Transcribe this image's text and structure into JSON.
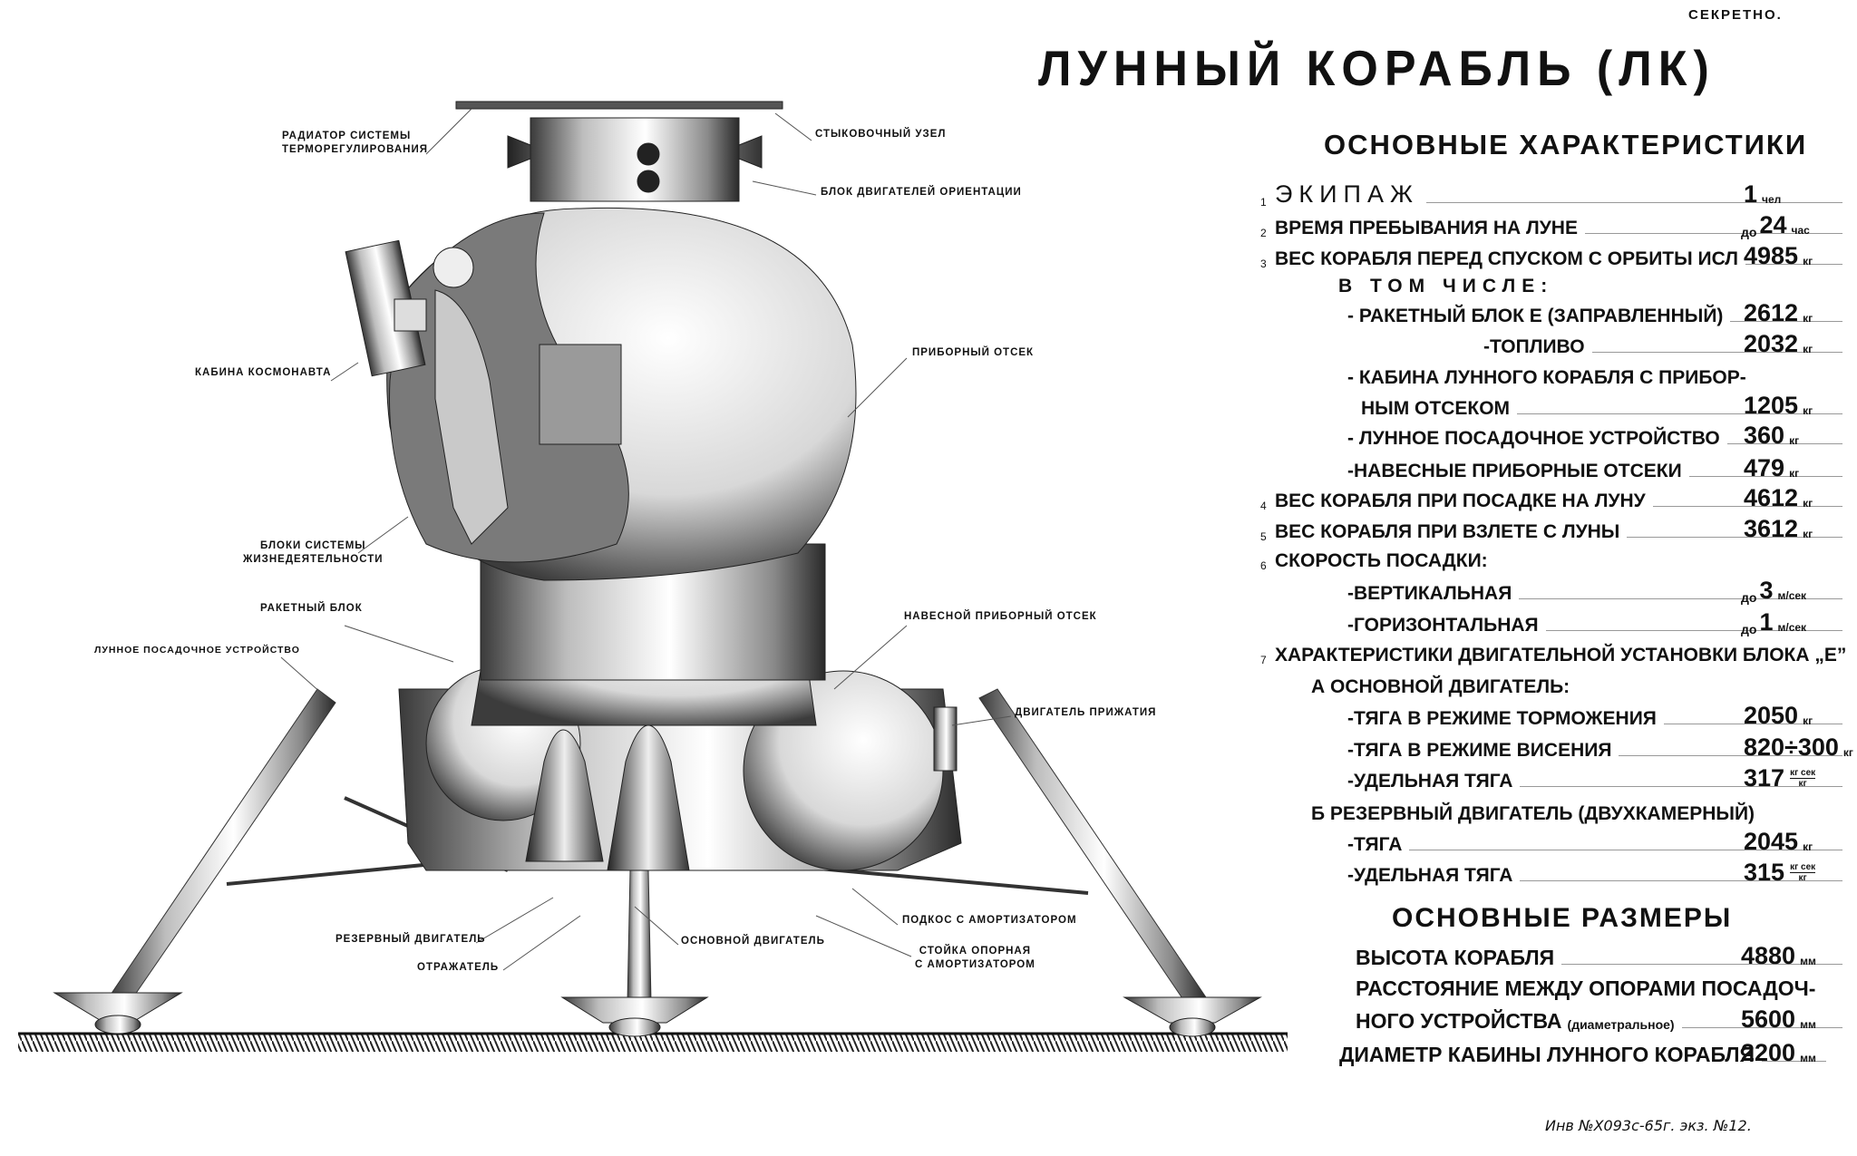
{
  "stamp": "СЕКРЕТНО.",
  "title": "ЛУННЫЙ КОРАБЛЬ (ЛК)",
  "characteristics": {
    "heading": "ОСНОВНЫЕ ХАРАКТЕРИСТИКИ",
    "rows": [
      {
        "num": "1",
        "label": "Экипаж",
        "pre": "",
        "value": "1",
        "unit": "чел"
      },
      {
        "num": "2",
        "label": "Время пребывания на Луне",
        "pre": "до",
        "value": "24",
        "unit": "час"
      },
      {
        "num": "3",
        "label": "Вес корабля перед спуском с орбиты ИСЛ",
        "pre": "",
        "value": "4985",
        "unit": "кг"
      },
      {
        "num": "",
        "label": "в том числе:",
        "pre": "",
        "value": "",
        "unit": ""
      },
      {
        "num": "",
        "label": "- ракетный блок Е (заправленный)",
        "pre": "",
        "value": "2612",
        "unit": "кг"
      },
      {
        "num": "",
        "label": "-топливо",
        "pre": "",
        "value": "2032",
        "unit": "кг"
      },
      {
        "num": "",
        "label": "- кабина лунного корабля с прибор-",
        "pre": "",
        "value": "",
        "unit": ""
      },
      {
        "num": "",
        "label": "ным отсеком",
        "pre": "",
        "value": "1205",
        "unit": "кг"
      },
      {
        "num": "",
        "label": "- лунное посадочное устройство",
        "pre": "",
        "value": "360",
        "unit": "кг"
      },
      {
        "num": "",
        "label": "-навесные приборные отсеки",
        "pre": "",
        "value": "479",
        "unit": "кг"
      },
      {
        "num": "4",
        "label": "Вес корабля при посадке на Луну",
        "pre": "",
        "value": "4612",
        "unit": "кг"
      },
      {
        "num": "5",
        "label": "Вес корабля при взлете с Луны",
        "pre": "",
        "value": "3612",
        "unit": "кг"
      },
      {
        "num": "6",
        "label": "Скорость посадки:",
        "pre": "",
        "value": "",
        "unit": ""
      },
      {
        "num": "",
        "label": "-вертикальная",
        "pre": "до",
        "value": "3",
        "unit": "м/сек"
      },
      {
        "num": "",
        "label": "-горизонтальная",
        "pre": "до",
        "value": "1",
        "unit": "м/сек"
      },
      {
        "num": "7",
        "label": "Характеристики двигательной установки блока „Е”",
        "pre": "",
        "value": "",
        "unit": ""
      },
      {
        "num": "",
        "label": "α основной двигатель:",
        "pre": "",
        "value": "",
        "unit": ""
      },
      {
        "num": "",
        "label": "-тяга в режиме торможения",
        "pre": "",
        "value": "2050",
        "unit": "кг"
      },
      {
        "num": "",
        "label": "-тяга в режиме висения",
        "pre": "",
        "value": "820÷300",
        "unit": "кг"
      },
      {
        "num": "",
        "label": "-удельная тяга",
        "pre": "",
        "value": "317",
        "unit_num": "кг сек",
        "unit_den": "кг"
      },
      {
        "num": "",
        "label": "б резервный двигатель (двухкамерный)",
        "pre": "",
        "value": "",
        "unit": ""
      },
      {
        "num": "",
        "label": "-тяга",
        "pre": "",
        "value": "2045",
        "unit": "кг"
      },
      {
        "num": "",
        "label": "-удельная тяга",
        "pre": "",
        "value": "315",
        "unit_num": "кг сек",
        "unit_den": "кг"
      }
    ]
  },
  "dimensions": {
    "heading": "ОСНОВНЫЕ РАЗМЕРЫ",
    "rows": [
      {
        "label": "Высота корабля",
        "value": "4880",
        "unit": "мм"
      },
      {
        "label": "Расстояние между опорами посадоч-",
        "value": "",
        "unit": ""
      },
      {
        "label": "ного устройства",
        "note": "(диаметральное)",
        "value": "5600",
        "unit": "мм"
      },
      {
        "label": "Диаметр кабины лунного корабля",
        "value": "2200",
        "unit": "мм"
      }
    ]
  },
  "diagram_labels": {
    "radiator": "РАДИАТОР СИСТЕМЫ\nТЕРМОРЕГУЛИРОВАНИЯ",
    "docking": "СТЫКОВОЧНЫЙ УЗЕЛ",
    "attitude": "БЛОК ДВИГАТЕЛЕЙ ОРИЕНТАЦИИ",
    "cabin": "КАБИНА КОСМОНАВТА",
    "instrument": "ПРИБОРНЫЙ ОТСЕК",
    "life_support": "БЛОКИ СИСТЕМЫ\nЖИЗНЕДЕЯТЕЛЬНОСТИ",
    "rocket_block": "РАКЕТНЫЙ БЛОК",
    "hinged_compartment": "НАВЕСНОЙ ПРИБОРНЫЙ ОТСЕК",
    "landing_gear": "ЛУННОЕ ПОСАДОЧНОЕ УСТРОЙСТВО",
    "hold_down": "ДВИГАТЕЛЬ ПРИЖАТИЯ",
    "strut": "ПОДКОС С АМОРТИЗАТОРОМ",
    "backup_engine": "РЕЗЕРВНЫЙ ДВИГАТЕЛЬ",
    "main_engine": "ОСНОВНОЙ ДВИГАТЕЛЬ",
    "support_leg": "СТОЙКА ОПОРНАЯ\nС АМОРТИЗАТОРОМ",
    "reflector": "ОТРАЖАТЕЛЬ"
  },
  "footer": "Инв №Х093с-65г. экз. №12."
}
